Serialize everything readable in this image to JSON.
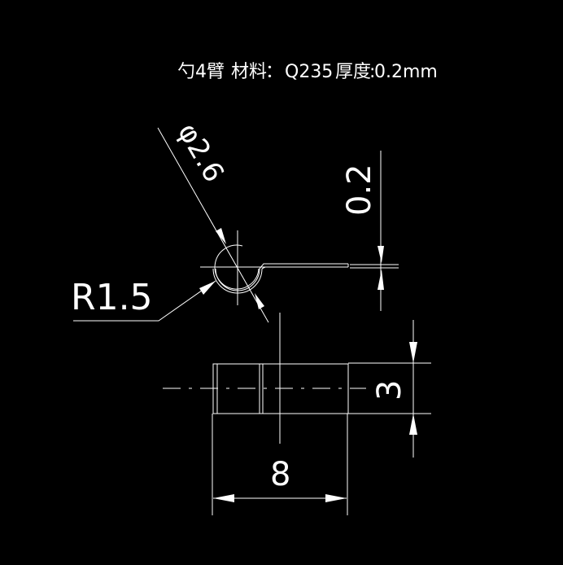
{
  "title": {
    "part_name": "勺4臂",
    "material_label": "材料",
    "material_sep": "：",
    "material_value": "Q235",
    "thickness_label": "厚度",
    "thickness_sep": ":",
    "thickness_value": "0.2mm"
  },
  "dimensions": {
    "diameter": "φ2.6",
    "radius": "R1.5",
    "thickness": "0.2",
    "height": "3",
    "length": "8"
  },
  "colors": {
    "background": "#000000",
    "line": "#ffffff"
  }
}
